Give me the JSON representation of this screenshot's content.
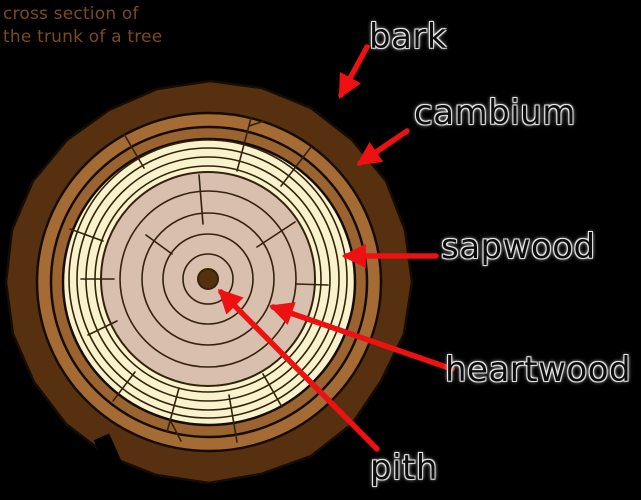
{
  "title": {
    "line1": "cross section of",
    "line2": "the trunk of a tree"
  },
  "labels": {
    "bark": "bark",
    "cambium": "cambium",
    "sapwood": "sapwood",
    "heartwood": "heartwood",
    "pith": "pith"
  },
  "colors": {
    "background": "#000000",
    "title_text": "#7b4a1e",
    "label_text": "#0d0d0d",
    "arrow": "#ee1111",
    "bark_outer": "#57300f",
    "bark_band_light": "#a46b35",
    "bark_band_dark": "#9a632f",
    "sapwood": "#f8f3cd",
    "heartwood": "#d9bfae",
    "pith": "#55320f",
    "ring_line": "#33220c",
    "outline": "#150c04"
  },
  "diagram": {
    "type": "tree-trunk-cross-section",
    "parts": [
      "bark",
      "cambium",
      "sapwood",
      "heartwood",
      "pith"
    ]
  }
}
